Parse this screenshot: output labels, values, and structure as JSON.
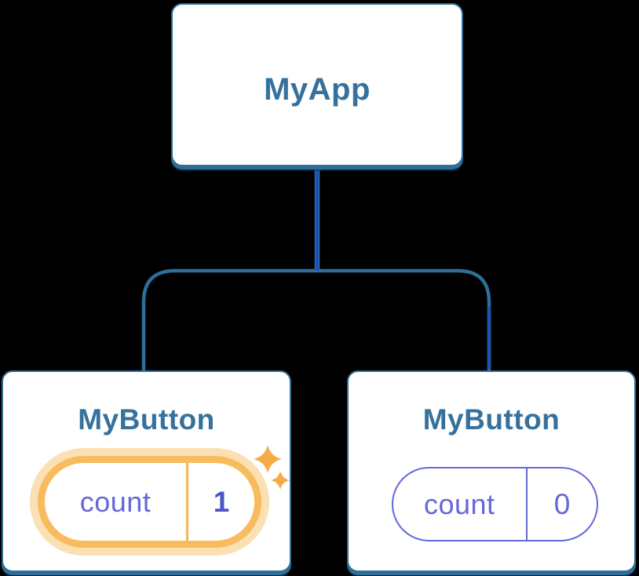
{
  "diagram": {
    "type": "react-component-tree",
    "root": {
      "label": "MyApp"
    },
    "children": [
      {
        "label": "MyButton",
        "state": {
          "name": "count",
          "value": "1"
        },
        "highlighted": true
      },
      {
        "label": "MyButton",
        "state": {
          "name": "count",
          "value": "0"
        },
        "highlighted": false
      }
    ],
    "icons": {
      "sparkle": "four-pointed-star-sparkle"
    },
    "colors": {
      "background": "#000000",
      "node_fill": "#FFFFFF",
      "node_border": "#2E6E99",
      "node_label_text": "#35719C",
      "connector": "#2E6E99",
      "connector_active": "#1647D0",
      "state_text": "#6568D8",
      "state_value_updated_text": "#4E54C8",
      "highlight_ring": "#F8BB5E",
      "highlight_glow": "#FBE0B4",
      "highlight_divider": "#F6B458",
      "sparkle": "#F3AC49"
    }
  }
}
